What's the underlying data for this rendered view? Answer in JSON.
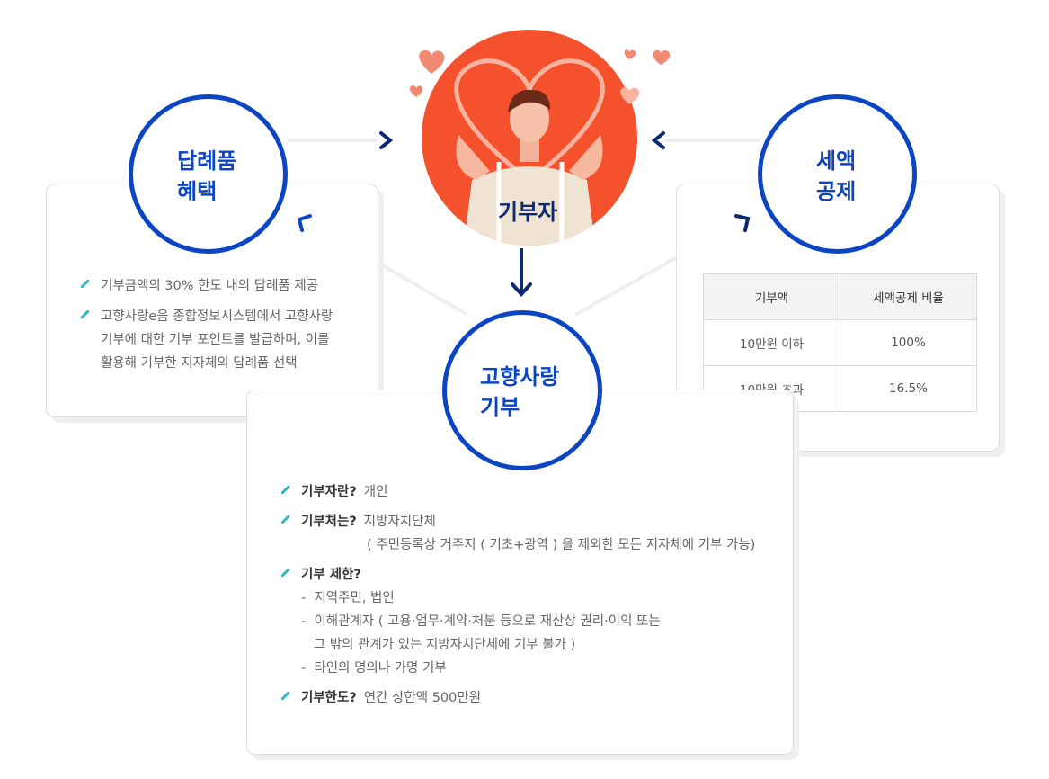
{
  "colors": {
    "accent_blue": "#0b45c4",
    "hero_red": "#f4512c",
    "check_teal": "#2fb8c6"
  },
  "center": {
    "label": "기부자"
  },
  "left": {
    "title": "답례품\n혜택",
    "items": [
      "기부금액의 30% 한도 내의 답례품 제공",
      "고향사랑e음 종합정보시스템에서 고향사랑 기부에 대한 기부 포인트를 발급하며, 이를 활용해 기부한 지자체의 답례품 선택"
    ]
  },
  "right": {
    "title": "세액\n공제",
    "table": {
      "headers": [
        "기부액",
        "세액공제 비율"
      ],
      "rows": [
        [
          "10만원 이하",
          "100%"
        ],
        [
          "10만원 초과",
          "16.5%"
        ]
      ]
    }
  },
  "bottom": {
    "title": "고향사랑\n기부",
    "q1": {
      "q": "기부자란?",
      "a": "개인"
    },
    "q2": {
      "q": "기부처는?",
      "a": "지방자치단체",
      "note": "( 주민등록상 거주지 ( 기초+광역 ) 을 제외한 모든 지자체에 기부 가능)"
    },
    "q3": {
      "q": "기부 제한?",
      "subs": [
        "-  지역주민, 법인",
        "-  이해관계자 ( 고용·업무·계약·처분 등으로 재산상 권리·이익 또는",
        "   그 밖의 관계가 있는 지방자치단체에 기부 불가 )",
        "-  타인의 명의나 가명 기부"
      ]
    },
    "q4": {
      "q": "기부한도?",
      "a": "연간 상한액 500만원"
    }
  }
}
